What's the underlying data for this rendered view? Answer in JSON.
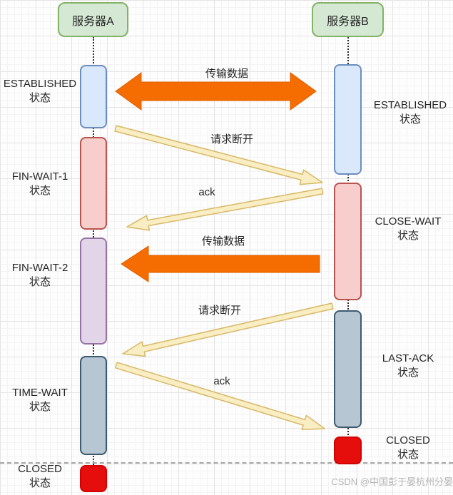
{
  "actors": {
    "a": {
      "label": "服务器A"
    },
    "b": {
      "label": "服务器B"
    }
  },
  "states": {
    "a_established": {
      "name": "ESTABLISHED",
      "suffix": "状态"
    },
    "a_fin_wait_1": {
      "name": "FIN-WAIT-1",
      "suffix": "状态"
    },
    "a_fin_wait_2": {
      "name": "FIN-WAIT-2",
      "suffix": "状态"
    },
    "a_time_wait": {
      "name": "TIME-WAIT",
      "suffix": "状态"
    },
    "a_closed": {
      "name": "CLOSED",
      "suffix": "状态"
    },
    "b_established": {
      "name": "ESTABLISHED",
      "suffix": "状态"
    },
    "b_close_wait": {
      "name": "CLOSE-WAIT",
      "suffix": "状态"
    },
    "b_last_ack": {
      "name": "LAST-ACK",
      "suffix": "状态"
    },
    "b_closed": {
      "name": "CLOSED",
      "suffix": "状态"
    }
  },
  "messages": {
    "transfer_1": {
      "label": "传输数据",
      "from": "服务器A",
      "to": "服务器B",
      "direction": "bidirectional"
    },
    "fin_1": {
      "label": "请求断开",
      "from": "服务器A",
      "to": "服务器B",
      "direction": "a-to-b"
    },
    "ack_1": {
      "label": "ack",
      "from": "服务器B",
      "to": "服务器A",
      "direction": "b-to-a"
    },
    "transfer_2": {
      "label": "传输数据",
      "from": "服务器B",
      "to": "服务器A",
      "direction": "b-to-a"
    },
    "fin_2": {
      "label": "请求断开",
      "from": "服务器B",
      "to": "服务器A",
      "direction": "b-to-a"
    },
    "ack_2": {
      "label": "ack",
      "from": "服务器A",
      "to": "服务器B",
      "direction": "a-to-b"
    }
  },
  "watermark": "CSDN @中国彭于晏杭州分晏",
  "colors": {
    "actor_fill": "#d5e8d4",
    "actor_border": "#82b366",
    "established_fill": "#dae8fc",
    "established_border": "#6c8ebf",
    "pink_state_fill": "#f8cecc",
    "pink_state_border": "#b85450",
    "fin_wait_2_fill": "#e1d5e7",
    "fin_wait_2_border": "#9673a6",
    "wait_state_fill": "#b7c6d3",
    "wait_state_border": "#3c5a70",
    "closed_fill": "#e60d0d",
    "data_arrow_fill": "#f56c00",
    "control_arrow_fill": "#f9eec3",
    "control_arrow_border": "#d8b865"
  }
}
